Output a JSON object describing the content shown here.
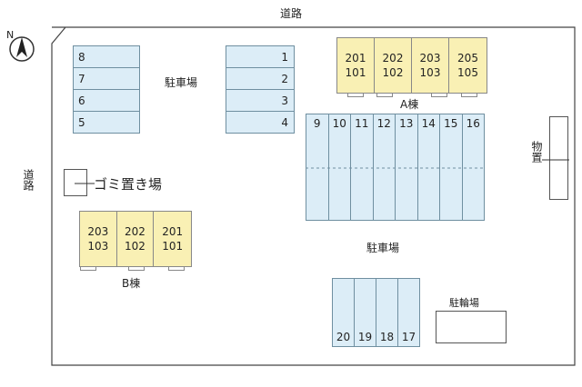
{
  "roads": {
    "top": "道路",
    "left": "道路"
  },
  "compass": {
    "label": "N"
  },
  "parking_labels": {
    "upper_left": "駐車場",
    "center": "駐車場"
  },
  "left_slots": [
    "8",
    "7",
    "6",
    "5"
  ],
  "mid_slots": [
    "1",
    "2",
    "3",
    "4"
  ],
  "center_slots": [
    "9",
    "10",
    "11",
    "12",
    "13",
    "14",
    "15",
    "16"
  ],
  "bottom_slots": [
    "20",
    "19",
    "18",
    "17"
  ],
  "building_a": {
    "label": "A棟",
    "units": [
      {
        "upper": "201",
        "lower": "101"
      },
      {
        "upper": "202",
        "lower": "102"
      },
      {
        "upper": "203",
        "lower": "103"
      },
      {
        "upper": "205",
        "lower": "105"
      }
    ]
  },
  "building_b": {
    "label": "B棟",
    "units": [
      {
        "upper": "203",
        "lower": "103"
      },
      {
        "upper": "202",
        "lower": "102"
      },
      {
        "upper": "201",
        "lower": "101"
      }
    ]
  },
  "garbage": {
    "label": "ゴミ置き場"
  },
  "storage": {
    "label": "物置"
  },
  "bicycle": {
    "label": "駐輪場"
  }
}
